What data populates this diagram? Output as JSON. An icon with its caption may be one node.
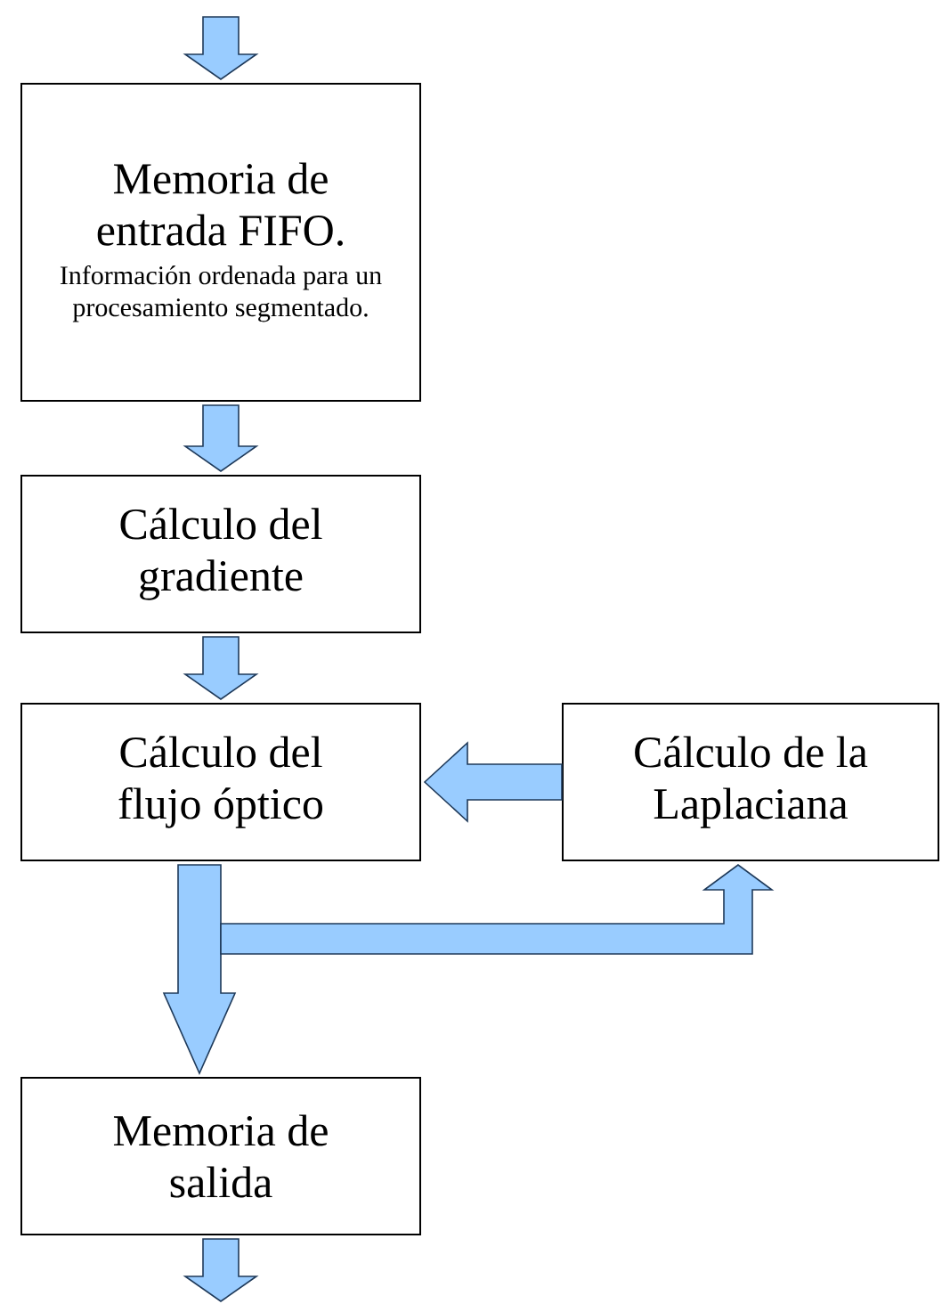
{
  "diagram": {
    "nodes": [
      {
        "text": [
          "Memoria de entrada FIFO.",
          "Información ordenada para  un procesamiento segmentado."
        ]
      },
      {
        "text": [
          "Cálculo del gradiente"
        ]
      },
      {
        "text": [
          "Cálculo del flujo óptico"
        ]
      },
      {
        "text": [
          "Cálculo de la Laplaciana"
        ]
      },
      {
        "text": [
          "Memoria de salida"
        ]
      }
    ],
    "edges": [
      {
        "from": null,
        "to": 0,
        "arrow": "to"
      },
      {
        "from": 0,
        "to": 1,
        "arrow": "to"
      },
      {
        "from": 1,
        "to": 2,
        "arrow": "to"
      },
      {
        "from": 3,
        "to": 2,
        "arrow": "to"
      },
      {
        "from": 2,
        "to": 4,
        "arrow": "to"
      },
      {
        "from": 2,
        "to": 3,
        "arrow": "to"
      },
      {
        "from": 4,
        "to": null,
        "arrow": "to"
      }
    ]
  }
}
